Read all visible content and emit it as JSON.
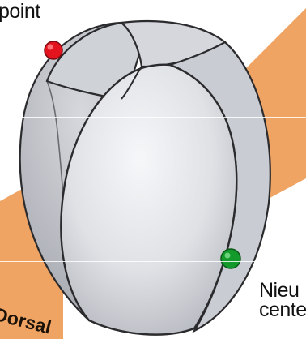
{
  "labels": {
    "top_partial": "point",
    "right_partial_line1": "Nieu",
    "right_partial_line2": "cente",
    "dorsal": "Dorsal"
  },
  "colors": {
    "plane": "#f0a463",
    "plane_shadow": "#c98449",
    "cell_fill": "#d8dadf",
    "cell_light": "#eef0f3",
    "cell_outline": "#2b2b2e",
    "red_marker": "#e3141e",
    "green_marker": "#139a2a"
  },
  "markers": [
    {
      "name": "red-marker",
      "color": "#e3141e"
    },
    {
      "name": "green-marker",
      "color": "#139a2a"
    }
  ]
}
